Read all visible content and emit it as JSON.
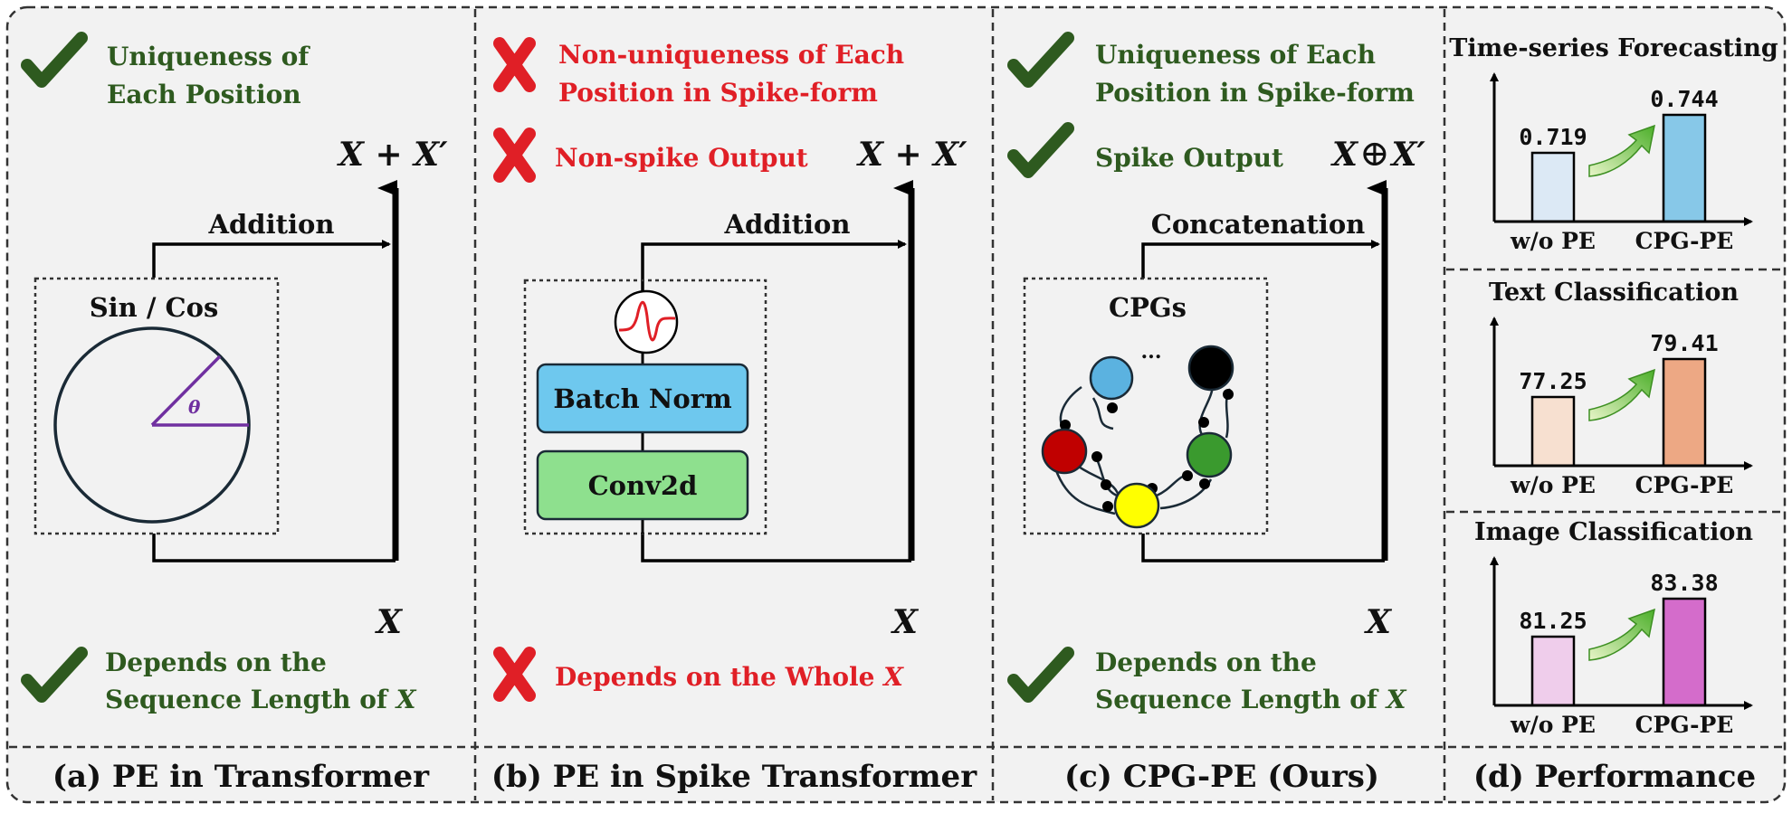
{
  "colors": {
    "panel_bg": "#f2f2f2",
    "good_green": "#2e5a1f",
    "bad_red": "#e01f26",
    "batchnorm": "#6ec8ee",
    "conv2d": "#8ee08e",
    "node_blue": "#5bb2e0",
    "node_red": "#c00000",
    "node_green": "#3a9a2e",
    "node_yellow": "#ffff00",
    "node_black": "#000000",
    "circle_angle": "#7030a0"
  },
  "panel_a": {
    "pro_top": [
      "Uniqueness of",
      "Each Position"
    ],
    "top_label": "X + X′",
    "arrow_label": "Addition",
    "box_label": "Sin / Cos",
    "theta": "θ",
    "bottom_label": "X",
    "bottom_note_line1": "Depends on the",
    "bottom_note_line2_prefix": "Sequence Length of ",
    "bottom_note_x": "X",
    "caption": "(a) PE in Transformer",
    "top_icon": "check-icon",
    "bottom_icon": "check-icon"
  },
  "panel_b": {
    "con_1": [
      "Non-uniqueness of Each",
      "Position in Spike-form"
    ],
    "con_2": "Non-spike Output",
    "top_label": "X + X′",
    "arrow_label": "Addition",
    "batch_norm": "Batch Norm",
    "conv2d": "Conv2d",
    "spike_icon": "spike-neuron-icon",
    "bottom_label": "X",
    "bottom_note_prefix": "Depends on the Whole ",
    "bottom_note_x": "X",
    "caption": "(b) PE in Spike Transformer"
  },
  "panel_c": {
    "pro_1": [
      "Uniqueness of Each",
      "Position in Spike-form"
    ],
    "pro_2": "Spike Output",
    "top_label_x": "X",
    "top_label_op": "⊕",
    "top_label_xp": "X′",
    "arrow_label": "Concatenation",
    "box_label": "CPGs",
    "ellipsis": "...",
    "bottom_label": "X",
    "bottom_note_line1": "Depends on the",
    "bottom_note_line2_prefix": "Sequence Length of ",
    "bottom_note_x": "X",
    "caption": "(c) CPG-PE (Ours)"
  },
  "panel_d": {
    "caption": "(d) Performance",
    "arrow_icon": "improvement-arrow-icon"
  },
  "chart_data": [
    {
      "type": "bar",
      "title": "Time-series Forecasting",
      "categories": [
        "w/o PE",
        "CPG-PE"
      ],
      "values": [
        0.719,
        0.744
      ],
      "value_labels": [
        "0.719",
        "0.744"
      ],
      "colors": [
        "#dce9f5",
        "#87c8e8"
      ]
    },
    {
      "type": "bar",
      "title": "Text Classification",
      "categories": [
        "w/o PE",
        "CPG-PE"
      ],
      "values": [
        77.25,
        79.41
      ],
      "value_labels": [
        "77.25",
        "79.41"
      ],
      "colors": [
        "#f7e0d0",
        "#eda884"
      ]
    },
    {
      "type": "bar",
      "title": "Image Classification",
      "categories": [
        "w/o PE",
        "CPG-PE"
      ],
      "values": [
        81.25,
        83.38
      ],
      "value_labels": [
        "81.25",
        "83.38"
      ],
      "colors": [
        "#efcdeb",
        "#d46ccb"
      ]
    }
  ]
}
